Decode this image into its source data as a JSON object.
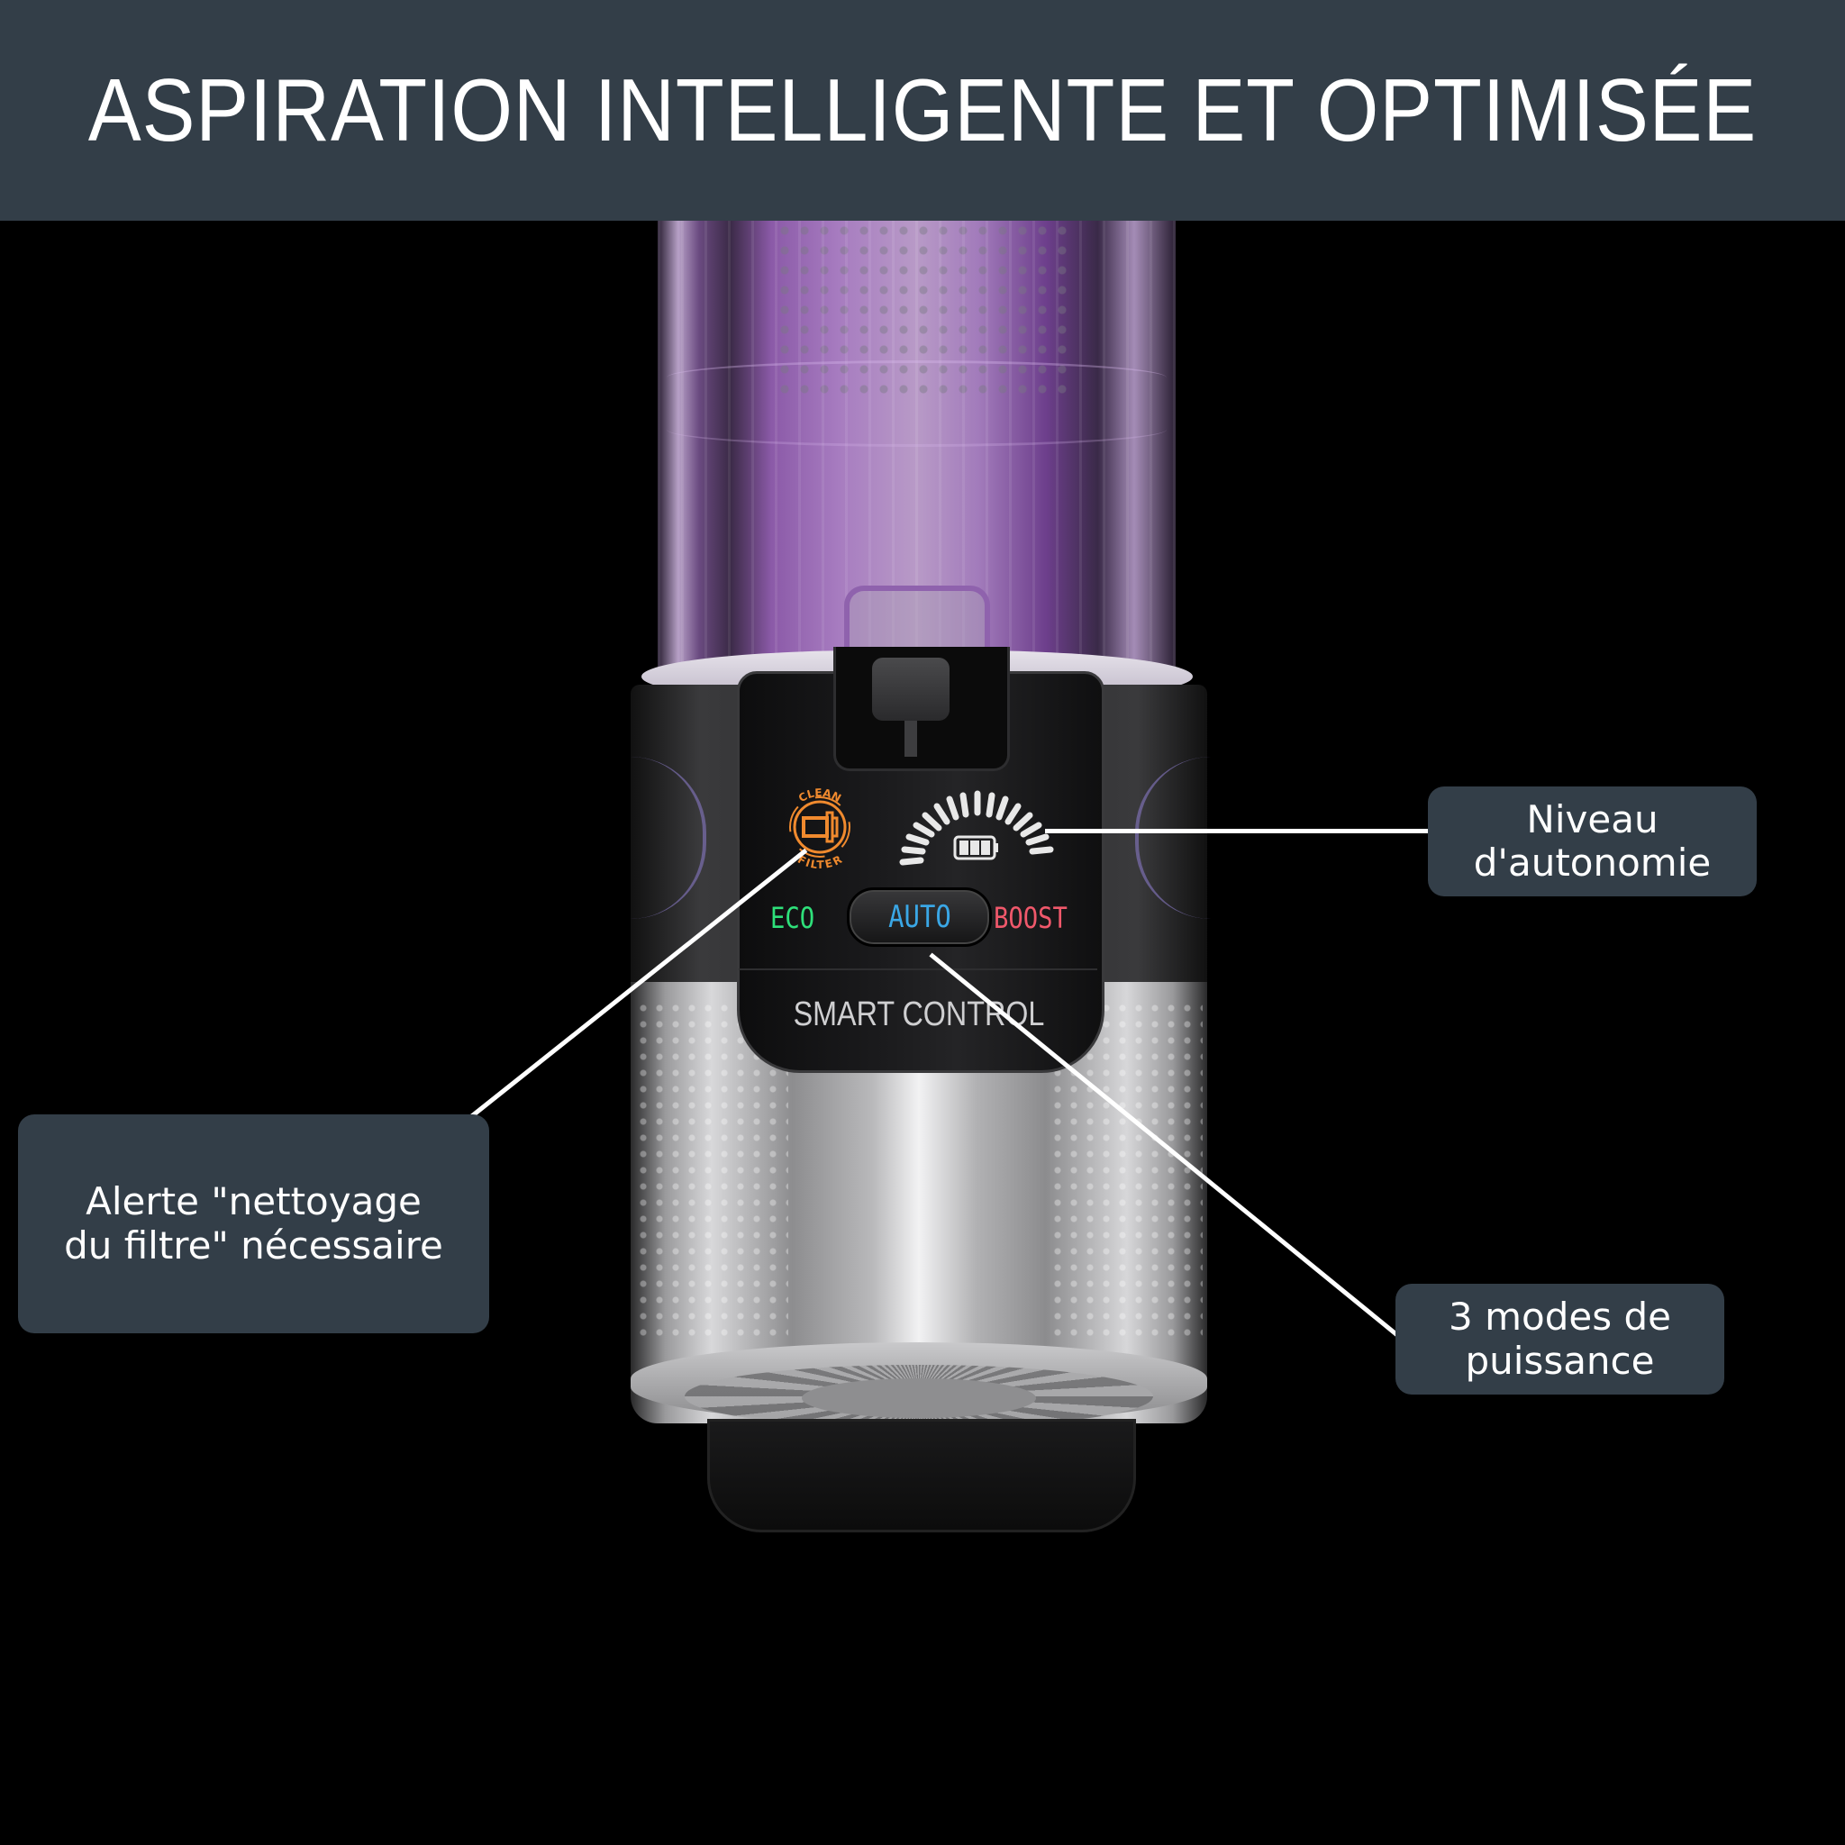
{
  "header": {
    "title": "ASPIRATION INTELLIGENTE ET OPTIMISÉE",
    "background": "#333e48"
  },
  "device": {
    "panel": {
      "clean_filter_icon": {
        "top_text": "CLEAN",
        "bottom_text": "FILTER",
        "color": "#f08a2e"
      },
      "battery_gauge_icon": {
        "color": "#e8e8e8",
        "segments": 16
      },
      "modes": [
        {
          "label": "ECO",
          "color": "#2ee07a"
        },
        {
          "label": "AUTO",
          "color": "#3aa7e6"
        },
        {
          "label": "BOOST",
          "color": "#f0586b"
        }
      ],
      "brand_label": "SMART CONTROL"
    },
    "accent_color": "#8f62ad"
  },
  "callouts": [
    {
      "id": "battery",
      "lines": [
        "Niveau",
        "d'autonomie"
      ]
    },
    {
      "id": "filter",
      "lines": [
        "Alerte \"nettoyage",
        "du filtre\" nécessaire"
      ]
    },
    {
      "id": "modes",
      "lines": [
        "3 modes de",
        "puissance"
      ]
    }
  ]
}
